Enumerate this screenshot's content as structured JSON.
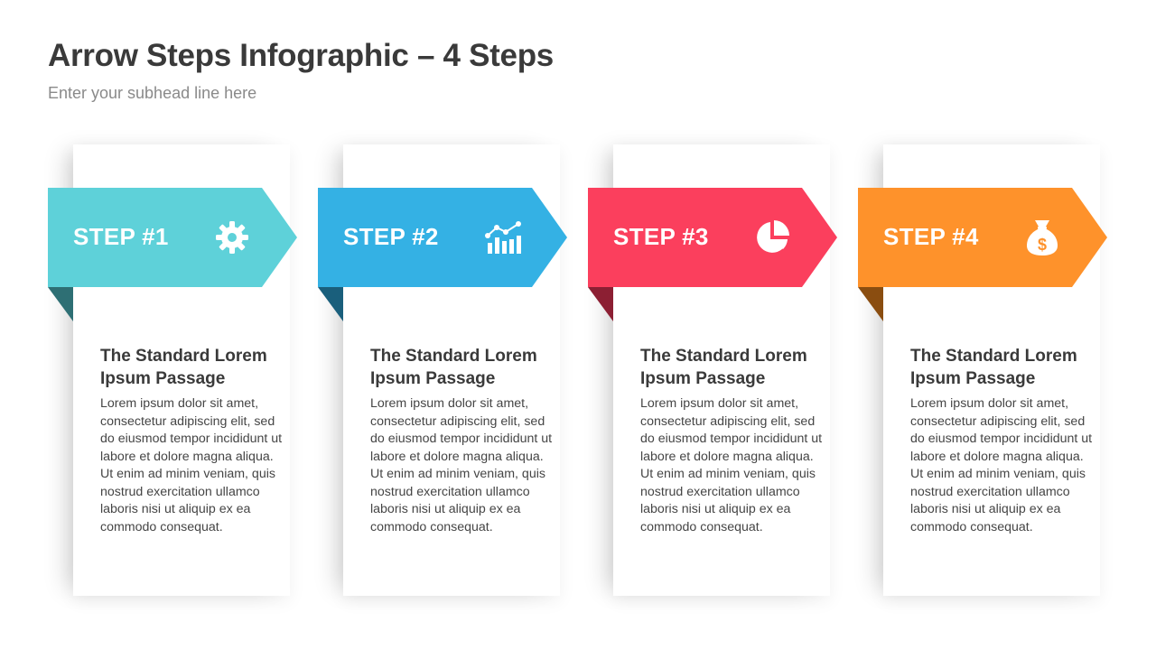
{
  "title": "Arrow Steps Infographic – 4 Steps",
  "subhead": "Enter your subhead line here",
  "steps": [
    {
      "label": "STEP #1",
      "icon": "gear-icon",
      "color": "#5ed1d9",
      "fold_color": "#2e6f74",
      "heading": "The Standard Lorem Ipsum Passage",
      "body": "Lorem ipsum dolor sit amet, consectetur adipiscing elit, sed do eiusmod tempor incididunt ut labore et dolore magna aliqua. Ut enim ad minim veniam, quis nostrud exercitation ullamco laboris nisi ut aliquip ex ea commodo consequat."
    },
    {
      "label": "STEP #2",
      "icon": "bar-chart-trend-icon",
      "color": "#34b1e4",
      "fold_color": "#1a5f7c",
      "heading": "The Standard Lorem Ipsum Passage",
      "body": "Lorem ipsum dolor sit amet, consectetur adipiscing elit, sed do eiusmod tempor incididunt ut labore et dolore magna aliqua. Ut enim ad minim veniam, quis nostrud exercitation ullamco laboris nisi ut aliquip ex ea commodo consequat."
    },
    {
      "label": "STEP #3",
      "icon": "pie-chart-icon",
      "color": "#fb3f5d",
      "fold_color": "#8c1f33",
      "heading": "The Standard Lorem Ipsum Passage",
      "body": "Lorem ipsum dolor sit amet, consectetur adipiscing elit, sed do eiusmod tempor incididunt ut labore et dolore magna aliqua. Ut enim ad minim veniam, quis nostrud exercitation ullamco laboris nisi ut aliquip ex ea commodo consequat."
    },
    {
      "label": "STEP #4",
      "icon": "money-bag-icon",
      "color": "#fe922b",
      "fold_color": "#8a4d10",
      "heading": "The Standard Lorem Ipsum Passage",
      "body": "Lorem ipsum dolor sit amet, consectetur adipiscing elit, sed do eiusmod tempor incididunt ut labore et dolore magna aliqua. Ut enim ad minim veniam, quis nostrud exercitation ullamco laboris nisi ut aliquip ex ea commodo consequat."
    }
  ]
}
